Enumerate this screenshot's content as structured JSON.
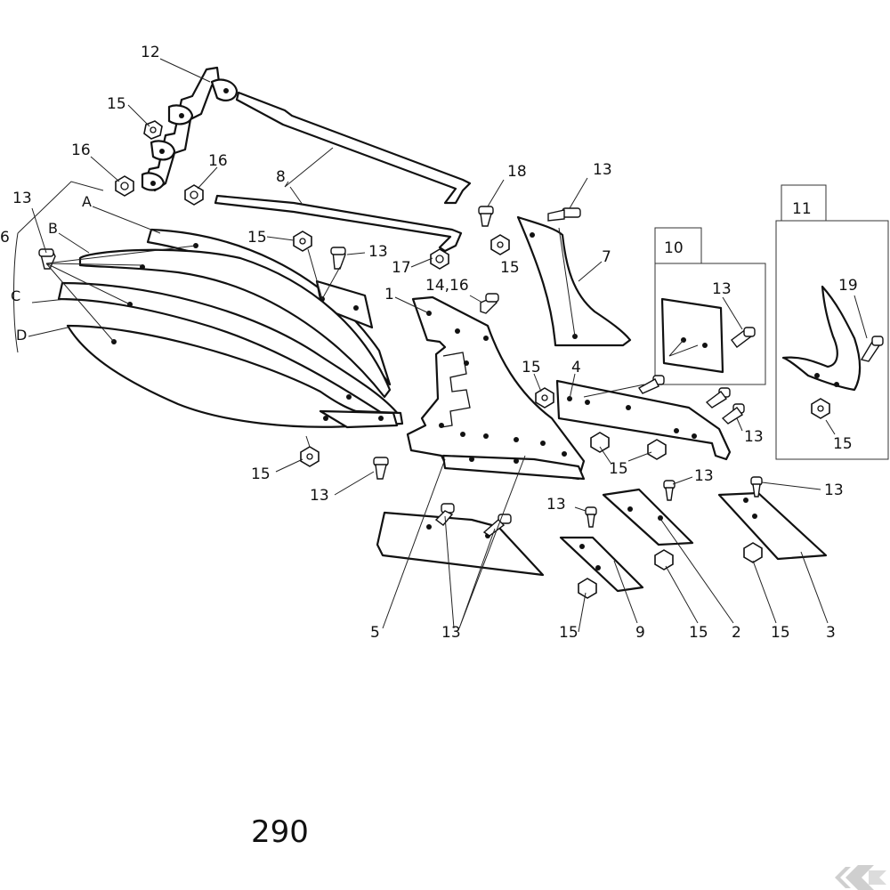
{
  "page_number": "290",
  "logo_text": "K",
  "callouts": {
    "c12": "12",
    "c15_top": "15",
    "c16_left": "16",
    "c16_right": "16",
    "c8": "8",
    "c6": "6",
    "c13_leftbolt": "13",
    "cA": "A",
    "cB": "B",
    "cC": "C",
    "cD": "D",
    "c15_mid": "15",
    "c13_mid": "13",
    "c17": "17",
    "c1": "1",
    "c14_16": "14,16",
    "c18": "18",
    "c15_18": "15",
    "c13_top7": "13",
    "c7": "7",
    "c10": "10",
    "c13_10": "13",
    "c11": "11",
    "c19": "19",
    "c15_11": "15",
    "c15_4": "15",
    "c4": "4",
    "c15_4b": "15",
    "c13_4": "13",
    "c15_bot": "15",
    "c13_bot": "13",
    "c13_2": "13",
    "c13_9": "13",
    "c13_3": "13",
    "c5": "5",
    "c13_5": "13",
    "c15_9": "15",
    "c9": "9",
    "c15_2": "15",
    "c2": "2",
    "c15_3": "15",
    "c3": "3"
  }
}
